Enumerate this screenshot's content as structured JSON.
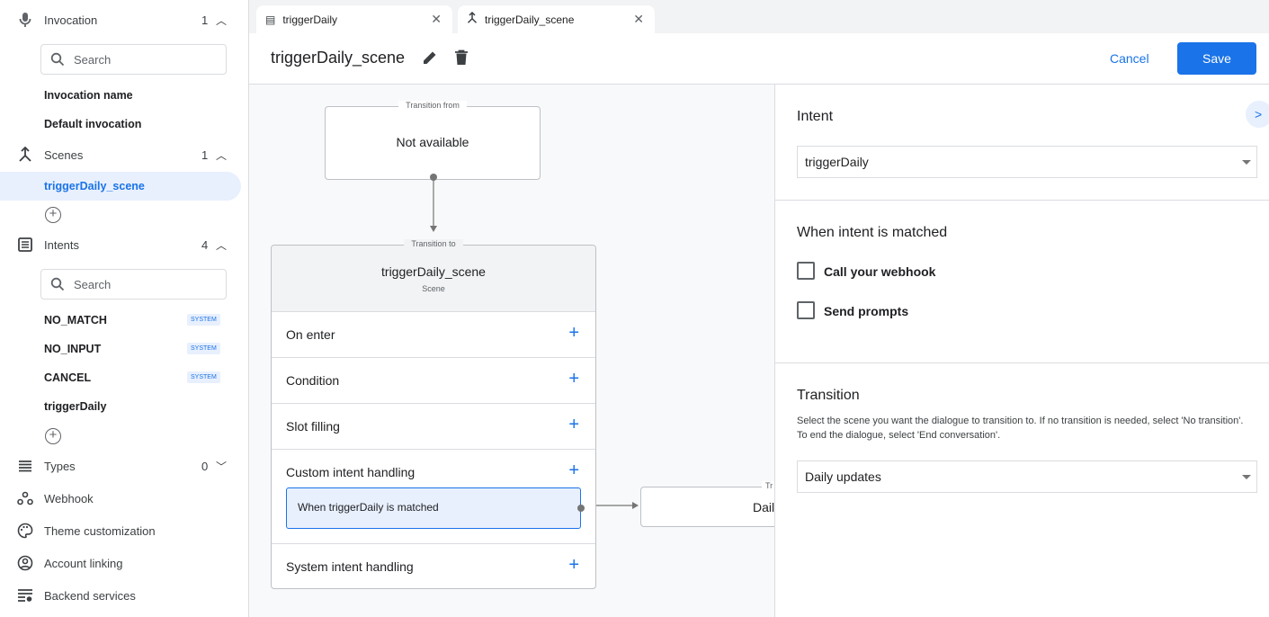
{
  "sidebar": {
    "invocation": {
      "label": "Invocation",
      "count": "1",
      "search_placeholder": "Search",
      "items": [
        "Invocation name",
        "Default invocation"
      ]
    },
    "scenes": {
      "label": "Scenes",
      "count": "1",
      "items": [
        "triggerDaily_scene"
      ]
    },
    "intents": {
      "label": "Intents",
      "count": "4",
      "search_placeholder": "Search",
      "items": [
        {
          "label": "NO_MATCH",
          "badge": "SYSTEM"
        },
        {
          "label": "NO_INPUT",
          "badge": "SYSTEM"
        },
        {
          "label": "CANCEL",
          "badge": "SYSTEM"
        },
        {
          "label": "triggerDaily",
          "badge": ""
        }
      ]
    },
    "types": {
      "label": "Types",
      "count": "0"
    },
    "links": [
      "Webhook",
      "Theme customization",
      "Account linking",
      "Backend services"
    ]
  },
  "tabs": [
    {
      "label": "triggerDaily",
      "icon": "intent-icon"
    },
    {
      "label": "triggerDaily_scene",
      "icon": "scene-icon",
      "active": true
    }
  ],
  "header": {
    "title": "triggerDaily_scene",
    "cancel": "Cancel",
    "save": "Save"
  },
  "canvas": {
    "from": {
      "legend": "Transition from",
      "value": "Not available"
    },
    "to": {
      "legend": "Transition to",
      "name": "triggerDaily_scene",
      "type": "Scene"
    },
    "rows": [
      "On enter",
      "Condition",
      "Slot filling",
      "Custom intent handling",
      "System intent handling"
    ],
    "handler": "When triggerDaily is matched",
    "target": {
      "legend": "Tr",
      "name": "Dail"
    }
  },
  "panel": {
    "intent_title": "Intent",
    "intent_value": "triggerDaily",
    "matched_title": "When intent is matched",
    "checkboxes": [
      "Call your webhook",
      "Send prompts"
    ],
    "transition_title": "Transition",
    "transition_desc": "Select the scene you want the dialogue to transition to. If no transition is needed, select 'No transition'. To end the dialogue, select 'End conversation'.",
    "transition_value": "Daily updates"
  },
  "colors": {
    "accent": "#1a73e8",
    "selected_bg": "#e8f0fe"
  }
}
